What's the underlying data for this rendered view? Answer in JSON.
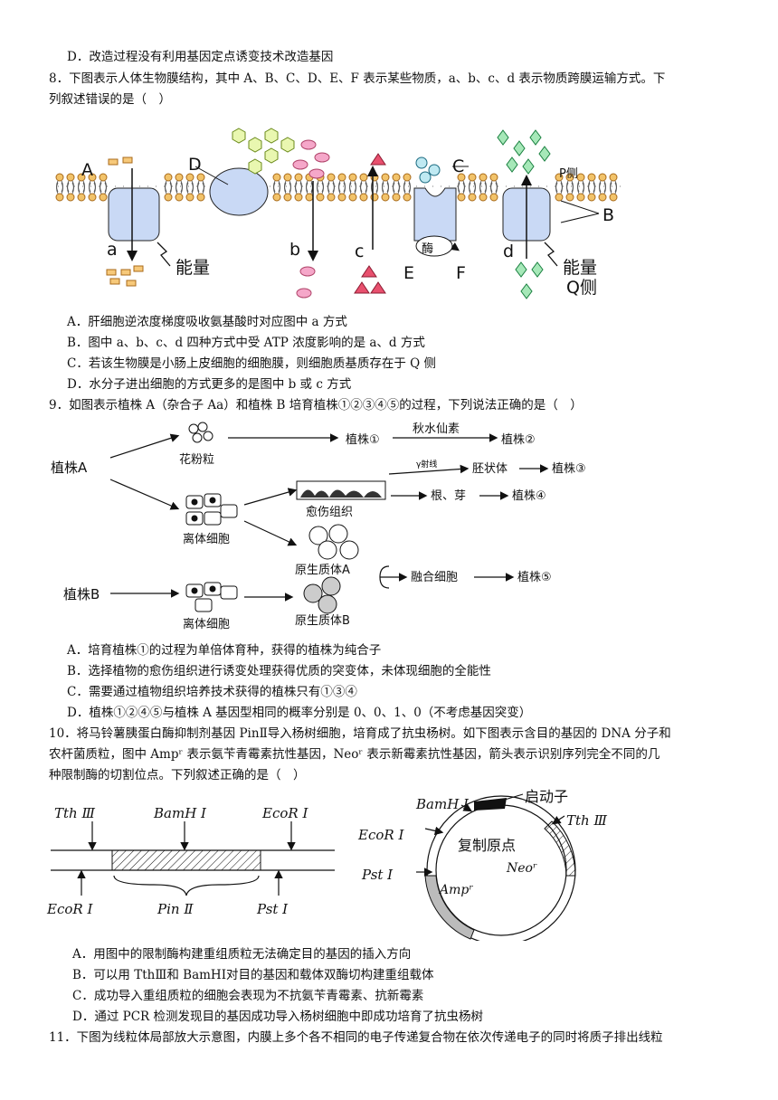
{
  "q7": {
    "optD": "D．改造过程没有利用基因定点诱变技术改造基因"
  },
  "q8": {
    "stem1": "8．下图表示人体生物膜结构，其中 A、B、C、D、E、F 表示某些物质，a、b、c、d 表示物质跨膜运输方式。下",
    "stem2": "列叙述错误的是（　）",
    "figure": {
      "A": "A",
      "B": "B",
      "C": "C",
      "D": "D",
      "E": "E",
      "F": "F",
      "a": "a",
      "b": "b",
      "c": "c",
      "d": "d",
      "energy": "能量",
      "enzyme": "酶",
      "pside": "P侧",
      "qside": "Q侧"
    },
    "options": [
      "A．肝细胞逆浓度梯度吸收氨基酸时对应图中 a 方式",
      "B．图中 a、b、c、d 四种方式中受 ATP 浓度影响的是 a、d 方式",
      "C．若该生物膜是小肠上皮细胞的细胞膜，则细胞质基质存在于 Q 侧",
      "D．水分子进出细胞的方式更多的是图中 b 或 c 方式"
    ]
  },
  "q9": {
    "stem": "9．如图表示植株 A（杂合子 Aa）和植株 B 培育植株①②③④⑤的过程，下列说法正确的是（　）",
    "figure": {
      "plantA": "植株A",
      "plantB": "植株B",
      "pollen": "花粉粒",
      "p1": "植株①",
      "colchicine": "秋水仙素",
      "p2": "植株②",
      "gamma": "γ射线",
      "embryoid": "胚状体",
      "p3": "植株③",
      "callus": "愈伤组织",
      "rootbud": "根、芽",
      "p4": "植株④",
      "isolated": "离体细胞",
      "protoA": "原生质体A",
      "fusion": "融合细胞",
      "p5": "植株⑤",
      "protoB": "原生质体B"
    },
    "options": [
      "A．培育植株①的过程为单倍体育种，获得的植株为纯合子",
      "B．选择植物的愈伤组织进行诱变处理获得优质的突变体，未体现细胞的全能性",
      "C．需要通过植物组织培养技术获得的植株只有①③④",
      "D．植株①②④⑤与植株 A 基因型相同的概率分别是 0、0、1、0（不考虑基因突变）"
    ]
  },
  "q10": {
    "stem1": "10．将马铃薯胰蛋白酶抑制剂基因 PinⅡ导入杨树细胞，培育成了抗虫杨树。如下图表示含目的基因的 DNA 分子和",
    "stem2": "农杆菌质粒，图中 Ampʳ 表示氨苄青霉素抗性基因，Neoʳ 表示新霉素抗性基因，箭头表示识别序列完全不同的几",
    "stem3": "种限制酶的切割位点。下列叙述正确的是（　）",
    "figure": {
      "tth": "Tth Ⅲ",
      "bam": "BamH Ⅰ",
      "eco": "EcoR Ⅰ",
      "pst": "Pst Ⅰ",
      "pin": "Pin Ⅱ",
      "promoter": "启动子",
      "ori": "复制原点",
      "neo": "Neoʳ",
      "amp": "Ampʳ"
    },
    "options": [
      "A．用图中的限制酶构建重组质粒无法确定目的基因的插入方向",
      "B．可以用 TthⅢ和 BamHⅠ对目的基因和载体双酶切构建重组载体",
      "C．成功导入重组质粒的细胞会表现为不抗氨苄青霉素、抗新霉素",
      "D．通过 PCR 检测发现目的基因成功导入杨树细胞中即成功培育了抗虫杨树"
    ]
  },
  "q11": {
    "stem": "11．下图为线粒体局部放大示意图，内膜上多个各不相同的电子传递复合物在依次传递电子的同时将质子排出线粒"
  }
}
